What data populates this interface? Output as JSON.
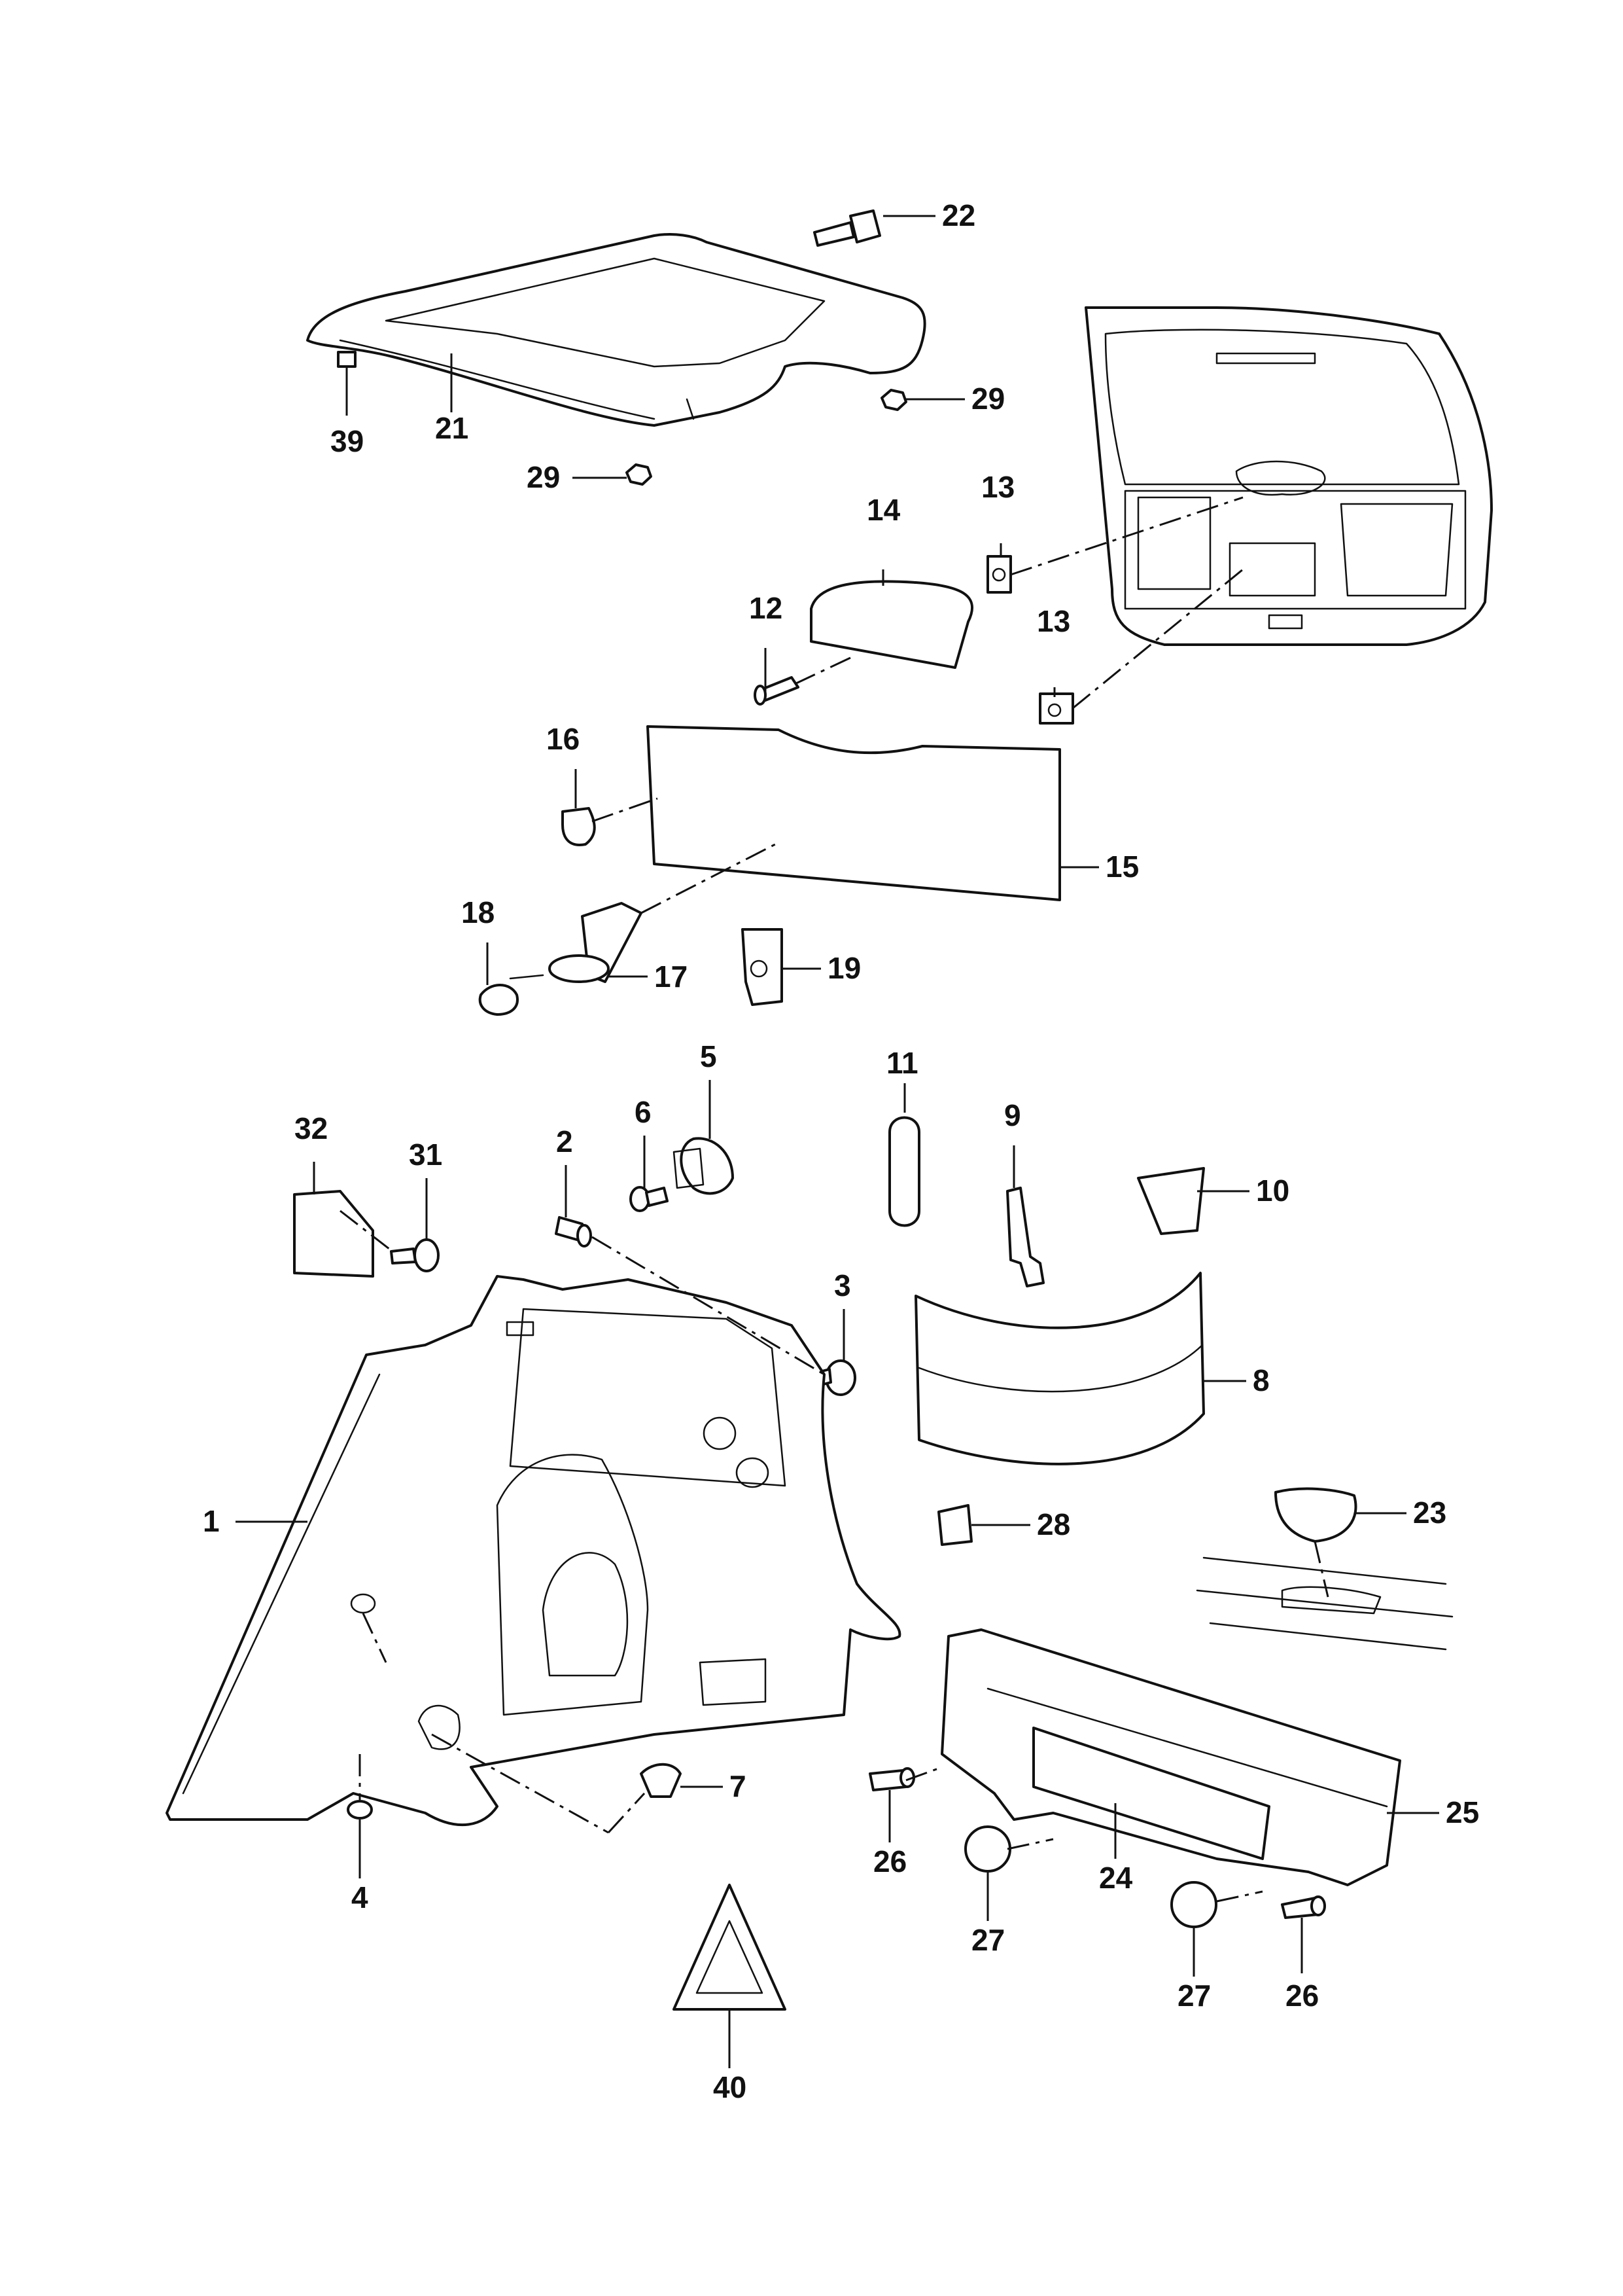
{
  "callouts": {
    "c1": "1",
    "c2": "2",
    "c3": "3",
    "c4": "4",
    "c5": "5",
    "c6": "6",
    "c7": "7",
    "c8": "8",
    "c9": "9",
    "c10": "10",
    "c11": "11",
    "c12": "12",
    "c13a": "13",
    "c13b": "13",
    "c14": "14",
    "c15": "15",
    "c16": "16",
    "c17": "17",
    "c18": "18",
    "c19": "19",
    "c21": "21",
    "c22": "22",
    "c23": "23",
    "c24": "24",
    "c25": "25",
    "c26a": "26",
    "c26b": "26",
    "c27a": "27",
    "c27b": "27",
    "c28": "28",
    "c29a": "29",
    "c29b": "29",
    "c31": "31",
    "c32": "32",
    "c39": "39",
    "c40": "40"
  },
  "colors": {
    "line": "#111111",
    "background": "#ffffff"
  }
}
